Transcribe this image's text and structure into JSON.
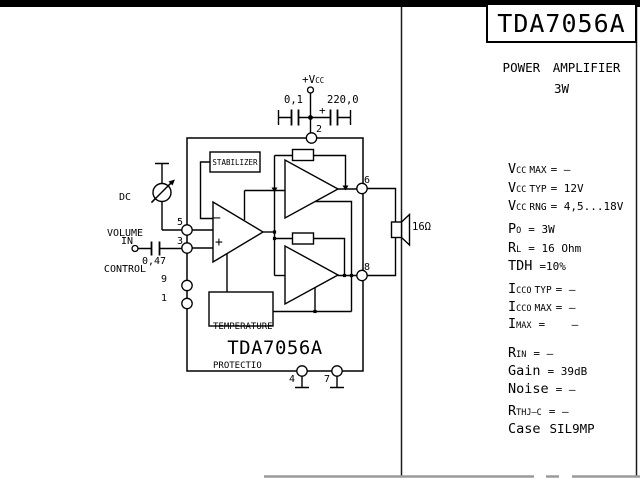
{
  "page": {
    "bg": "#ffffff",
    "line_color": "#000000",
    "border_gray": "#9a9a9a"
  },
  "title_block": {
    "part_number": "TDA7056A",
    "subtitle": "POWER AMPLIFIER",
    "power": "3W"
  },
  "specs": [
    {
      "sym": "V",
      "sub": "CC",
      "cond": "MAX",
      "val": "= –"
    },
    {
      "sym": "V",
      "sub": "CC",
      "cond": "TYP",
      "val": "= 12V"
    },
    {
      "sym": "V",
      "sub": "CC",
      "cond": "RNG",
      "val": "= 4,5...18V"
    },
    {
      "sym": "P",
      "sub": "O",
      "cond": "",
      "val": "= 3W"
    },
    {
      "sym": "R",
      "sub": "L",
      "cond": "",
      "val": "= 16 Ohm"
    },
    {
      "sym": "TDH",
      "sub": "",
      "cond": "",
      "val": "=10%"
    },
    {
      "sym": "I",
      "sub": "CCO",
      "cond": "TYP",
      "val": "= –"
    },
    {
      "sym": "I",
      "sub": "CCO",
      "cond": "MAX",
      "val": "= –"
    },
    {
      "sym": "I",
      "sub": "MAX",
      "cond": "",
      "val": "=    –"
    },
    {
      "sym": "R",
      "sub": "IN",
      "cond": "",
      "val": "= –"
    },
    {
      "sym": "Gain",
      "sub": "",
      "cond": "",
      "val": "= 39dB"
    },
    {
      "sym": "Noise",
      "sub": "",
      "cond": "",
      "val": "= –"
    },
    {
      "sym": "R",
      "sub": "THJ–C",
      "cond": "",
      "val": "= –"
    },
    {
      "sym": "Case",
      "sub": "",
      "cond": "",
      "val": "SIL9MP"
    }
  ],
  "schematic": {
    "ic_label": "TDA7056A",
    "stabilizer_label": "STABILIZER",
    "temp_line1": "TEMPERATURE",
    "temp_line2": "PROTECTIO",
    "vcc_main": "+V",
    "vcc_sub": "CC",
    "cap_decoupling": "0,1",
    "cap_electrolytic": "220,0",
    "electrolytic_plus": "+",
    "cap_input": "0,47",
    "input_label": "IN",
    "volume_line1": "DC",
    "volume_line2": "VOLUME",
    "volume_line3": "CONTROL",
    "speaker_impedance": "16Ω",
    "opamp_minus": "−",
    "opamp_plus": "+",
    "pins": {
      "p1": "1",
      "p2": "2",
      "p3": "3",
      "p4": "4",
      "p5": "5",
      "p6": "6",
      "p7": "7",
      "p8": "8",
      "p9": "9"
    }
  }
}
